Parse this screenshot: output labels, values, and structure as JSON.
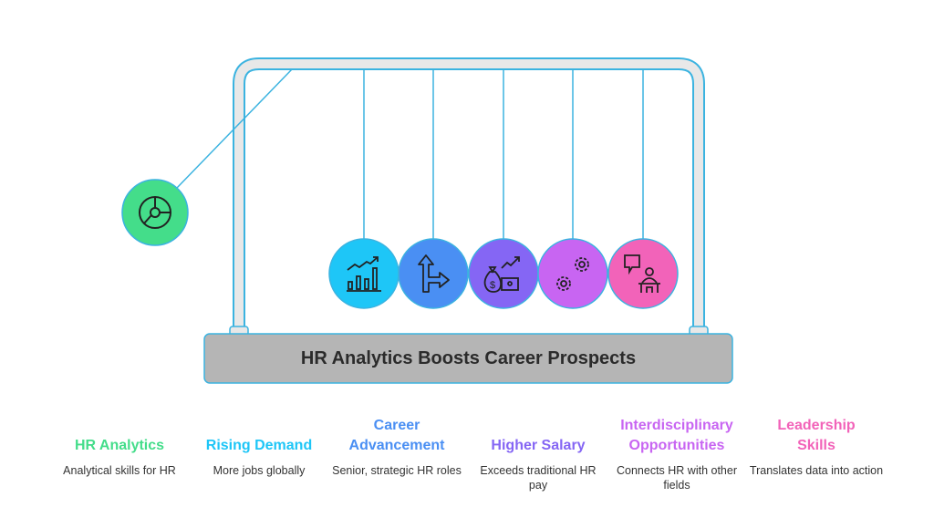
{
  "title": "HR Analytics Boosts Career Prospects",
  "colors": {
    "frame": "#e8e8e8",
    "outline": "#3bb3e0",
    "base": "#b5b5b5"
  },
  "items": [
    {
      "title": "HR Analytics",
      "desc": "Analytical skills for HR",
      "color": "#44dd8a",
      "icon": "pie-chart-icon"
    },
    {
      "title": "Rising Demand",
      "desc": "More jobs globally",
      "color": "#1ec6f7",
      "icon": "bar-chart-trend-icon"
    },
    {
      "title": "Career Advancement",
      "desc": "Senior, strategic HR roles",
      "color": "#4a8ff3",
      "icon": "split-arrow-icon"
    },
    {
      "title": "Higher Salary",
      "desc": "Exceeds traditional HR pay",
      "color": "#8566f4",
      "icon": "money-growth-icon"
    },
    {
      "title": "Interdisciplinary Opportunities",
      "desc": "Connects HR with other fields",
      "color": "#c865f2",
      "icon": "gears-icon"
    },
    {
      "title": "Leadership Skills",
      "desc": "Translates data into action",
      "color": "#f263b9",
      "icon": "presenter-icon"
    }
  ]
}
